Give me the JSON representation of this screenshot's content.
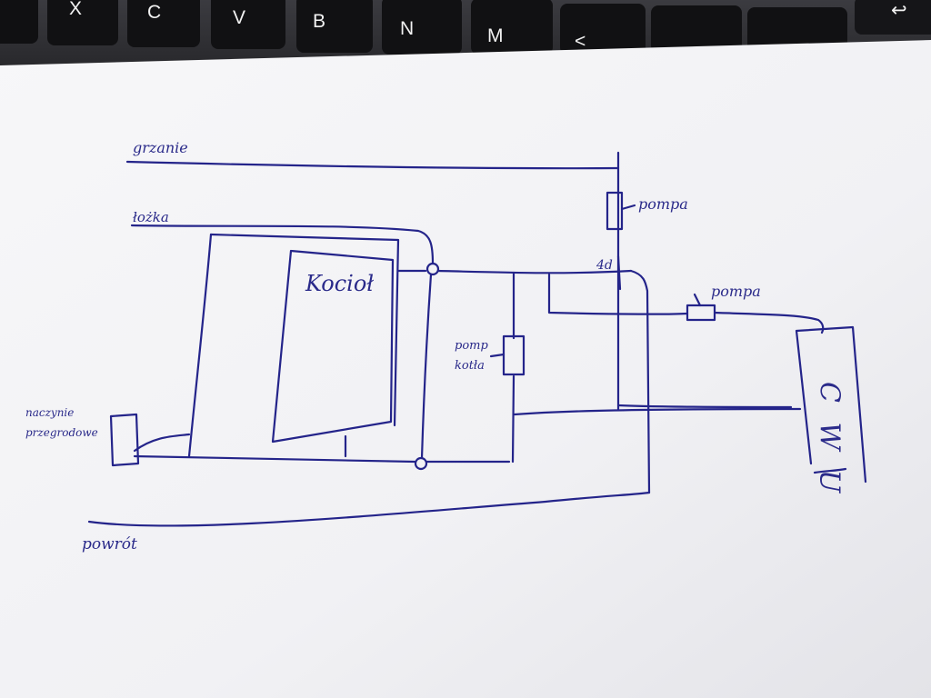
{
  "keyboard": {
    "keys": [
      "X",
      "C",
      "V",
      "B",
      "N",
      "M",
      "<",
      "↩"
    ]
  },
  "diagram": {
    "labels": {
      "top_pipe": "grzanie",
      "return_pipe": "łożka",
      "boiler": "Kocioł",
      "boiler_pump": "pomp kotła",
      "pump_top": "pompa",
      "pump_right": "pompa",
      "valve_marker": "4d",
      "separator": "naczynie przegrodowe",
      "floor_return": "powrót",
      "tank": "C W U"
    },
    "ink_color": "#24248a",
    "paper_color": "#f4f4f6"
  }
}
